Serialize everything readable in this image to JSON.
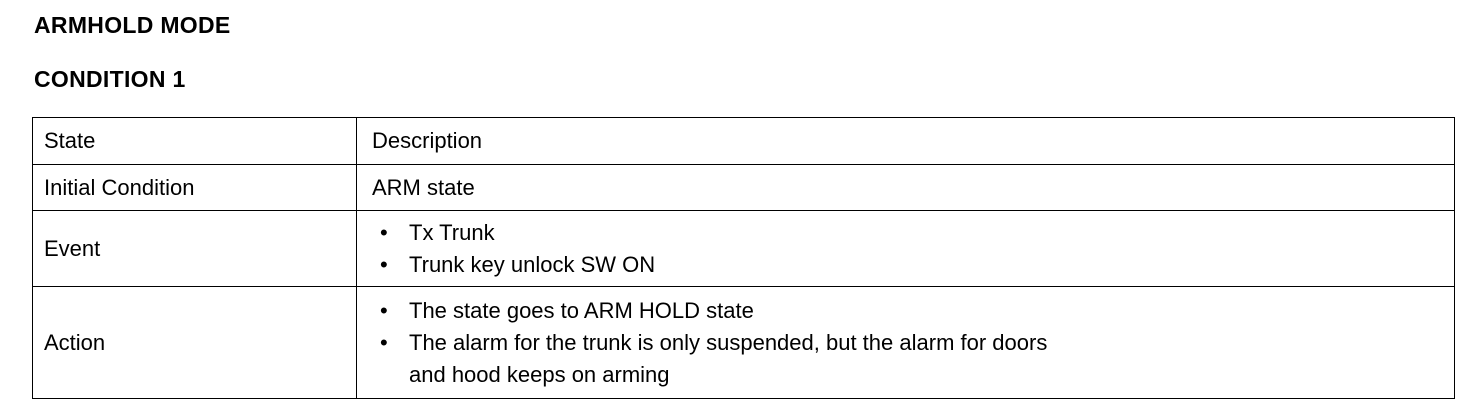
{
  "title": "ARMHOLD MODE",
  "subtitle": "CONDITION 1",
  "table": {
    "headers": {
      "state": "State",
      "description": "Description"
    },
    "rows": [
      {
        "state": "Initial Condition",
        "description": "ARM state"
      },
      {
        "state": "Event",
        "bullets": [
          "Tx Trunk",
          "Trunk key unlock SW ON"
        ]
      },
      {
        "state": "Action",
        "bullets": [
          "The state goes to ARM HOLD state",
          "The alarm for the trunk is only suspended, but the alarm for doors\nand hood keeps on arming"
        ]
      }
    ]
  },
  "bullet_glyph": "•"
}
